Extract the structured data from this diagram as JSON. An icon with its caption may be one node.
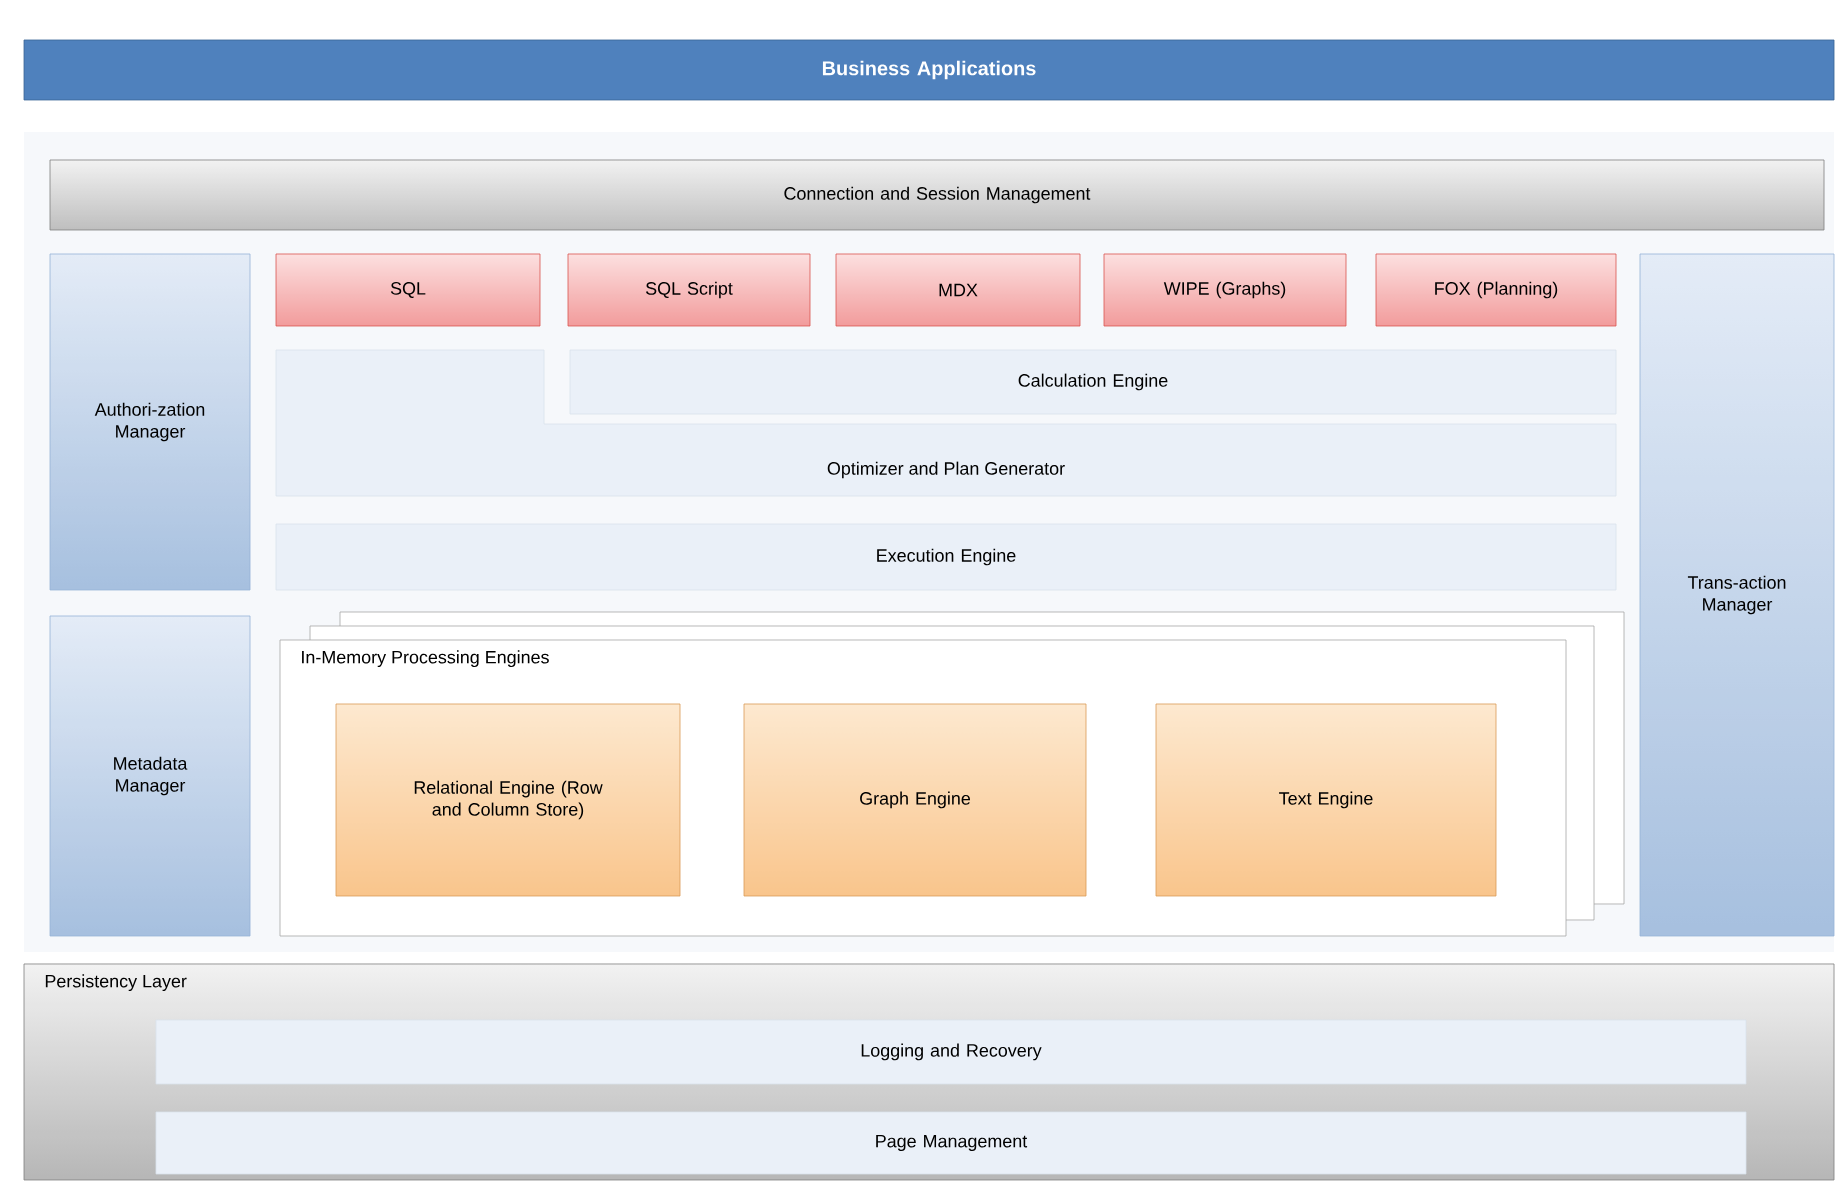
{
  "diagram": {
    "nodes": [
      {
        "text": [
          "Business Applications"
        ]
      },
      {
        "text": [
          "Connection and Session Management"
        ]
      },
      {
        "text": [
          "Authori-zation Manager"
        ]
      },
      {
        "text": [
          "SQL"
        ]
      },
      {
        "text": [
          "SQL Script"
        ]
      },
      {
        "text": [
          "MDX"
        ]
      },
      {
        "text": [
          "WIPE (Graphs)"
        ]
      },
      {
        "text": [
          "FOX (Planning)"
        ]
      },
      {
        "text": [
          "Calculation Engine"
        ]
      },
      {
        "text": [
          "Optimizer and Plan Generator"
        ]
      },
      {
        "text": [
          "Execution Engine"
        ]
      },
      {
        "text": [
          "Trans-action Manager"
        ]
      },
      {
        "text": [
          "Metadata Manager"
        ]
      },
      {
        "text": [
          "In-Memory Processing Engines"
        ]
      },
      {
        "text": [
          "Relational Engine (Row and Column Store)"
        ],
        "in": 13
      },
      {
        "text": [
          "Graph Engine"
        ],
        "in": 13
      },
      {
        "text": [
          "Text Engine"
        ],
        "in": 13
      },
      {
        "text": [
          "Persistency Layer"
        ]
      },
      {
        "text": [
          "Logging and Recovery"
        ],
        "in": 17
      },
      {
        "text": [
          "Page Management"
        ],
        "in": 17
      }
    ]
  }
}
